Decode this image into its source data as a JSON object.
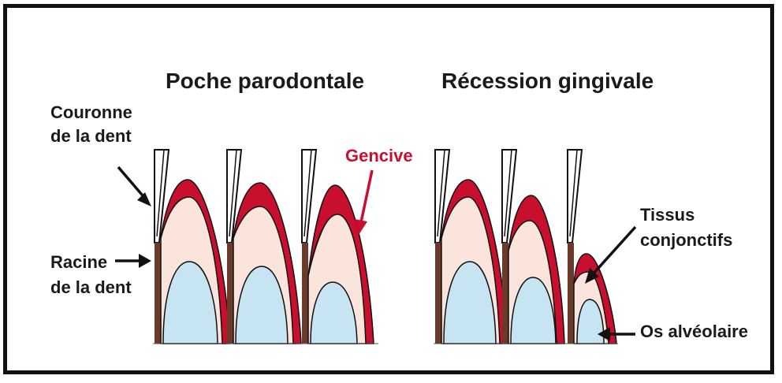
{
  "titles": {
    "left": "Poche parodontale",
    "right": "Récession gingivale"
  },
  "labels": {
    "crown_line1": "Couronne",
    "crown_line2": "de la dent",
    "root_line1": "Racine",
    "root_line2": "de la dent",
    "gum": "Gencive",
    "tissue_line1": "Tissus",
    "tissue_line2": "conjonctifs",
    "bone": "Os alvéolaire"
  },
  "colors": {
    "gum": "#c8102e",
    "tissue": "#fbe4dc",
    "bone": "#c6e4f2",
    "root": "#6b3a2a",
    "outline": "#111111"
  }
}
